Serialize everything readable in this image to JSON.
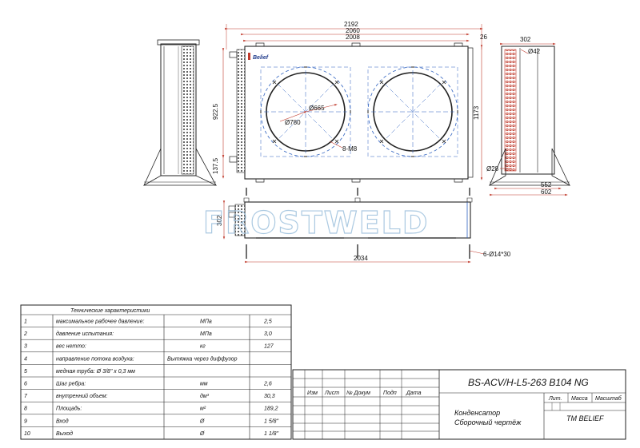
{
  "drawing": {
    "watermark": "FROSTWELD",
    "logo": "Belief",
    "front_view": {
      "dim_total_width": "2192",
      "dim_width_2060": "2060",
      "dim_width_2008": "2008",
      "dim_offset": "26",
      "dim_height_922": "922.5",
      "dim_height_137": "137.5",
      "dim_height_1173": "1173",
      "fan_dia_outer": "Ø780",
      "fan_dia_inner": "Ø665",
      "fan_bolts": "8-M8"
    },
    "side_view": {
      "dim_width_302": "302",
      "dim_pipe_42": "Ø42",
      "dim_pipe_28": "Ø28",
      "dim_width_552": "552",
      "dim_width_602": "602"
    },
    "bottom_view": {
      "dim_302": "302",
      "dim_2034": "2034",
      "holes": "6-Ø14*30"
    }
  },
  "spec_table": {
    "header": "Технические характеристики",
    "rows": [
      {
        "n": "1",
        "name": "максимальное рабочее давление:",
        "unit": "МПа",
        "value": "2,5"
      },
      {
        "n": "2",
        "name": "давление испытания:",
        "unit": "МПа",
        "value": "3,0"
      },
      {
        "n": "3",
        "name": "вес нетто:",
        "unit": "кг",
        "value": "127"
      },
      {
        "n": "4",
        "name": "направление потока воздуха:",
        "unit": "Вытяжка через диффузор",
        "value": ""
      },
      {
        "n": "5",
        "name": "медная труба: Ø 3/8\" x 0,3 мм",
        "unit": "",
        "value": ""
      },
      {
        "n": "6",
        "name": "Шаг ребра:",
        "unit": "мм",
        "value": "2,6"
      },
      {
        "n": "7",
        "name": "внутренний объем:",
        "unit": "дм³",
        "value": "30,3"
      },
      {
        "n": "8",
        "name": "Площадь:",
        "unit": "м²",
        "value": "189,2"
      },
      {
        "n": "9",
        "name": "Вход",
        "unit": "Ø",
        "value": "1 5/8\""
      },
      {
        "n": "10",
        "name": "Выход",
        "unit": "Ø",
        "value": "1 1/8\""
      }
    ]
  },
  "title_block": {
    "code": "BS-ACV/H-L5-263 B104 NG",
    "col_izm": "Изм",
    "col_list": "Лист",
    "col_doc": "№ Докум",
    "col_sign": "Подп",
    "col_date": "Дата",
    "col_lit": "Лит.",
    "col_mass": "Масса",
    "col_scale": "Масштаб",
    "name_line1": "Конденсатор",
    "name_line2": "Сборочный чертёж",
    "company": "TM BELIEF"
  }
}
